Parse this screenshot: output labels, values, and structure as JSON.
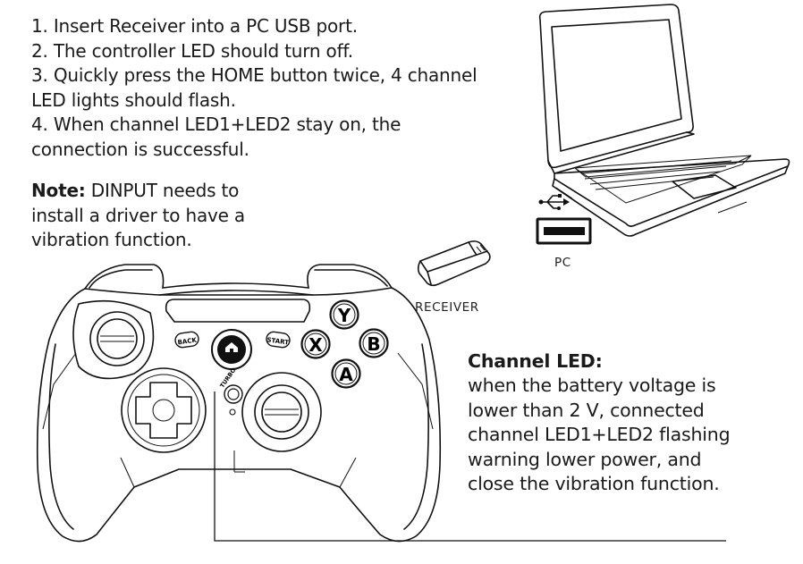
{
  "steps": [
    "1. Insert Receiver into a PC USB port.",
    "2. The controller LED should turn off.",
    "3. Quickly press the HOME button twice, 4 channel",
    "LED lights should flash.",
    "4. When channel LED1+LED2 stay on, the",
    "connection is successful."
  ],
  "note": {
    "label": "Note:",
    "lines": [
      " DINPUT needs to",
      "install a driver to have a",
      "vibration function."
    ]
  },
  "labels": {
    "receiver": "RECEIVER",
    "pc": "PC"
  },
  "controller": {
    "back": "BACK",
    "start": "START",
    "turbo": "TURBO",
    "y": "Y",
    "x": "X",
    "b": "B",
    "a": "A"
  },
  "channel_led": {
    "title": "Channel LED:",
    "lines": [
      "when the battery voltage is",
      "lower than 2 V, connected",
      "channel LED1+LED2 flashing",
      "warning lower power, and",
      "close the vibration function."
    ]
  },
  "icons": [
    "usb-icon",
    "laptop-illustration",
    "receiver-illustration",
    "gamepad-illustration",
    "home-icon"
  ]
}
